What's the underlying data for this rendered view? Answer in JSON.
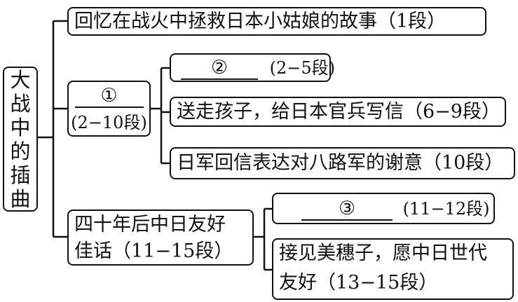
{
  "root": {
    "chars": [
      "大",
      "战",
      "中",
      "的",
      "插",
      "曲"
    ]
  },
  "node1": {
    "text": "回忆在战火中拯救日本小姑娘的故事（1段）"
  },
  "node2": {
    "blank": "①",
    "para": "(2−10段)"
  },
  "node2_children": [
    {
      "blank": "②",
      "para": "(2−5段)"
    },
    {
      "text": "送走孩子，给日本官兵写信（6−9段）"
    },
    {
      "text": "日军回信表达对八路军的谢意（10段）"
    }
  ],
  "node3": {
    "line1": "四十年后中日友好",
    "line2": "佳话（11−15段）"
  },
  "node3_children": [
    {
      "blank": "③",
      "para": "(11−12段)"
    },
    {
      "line1": "接见美穗子，愿中日世代",
      "line2": "友好（13−15段）"
    }
  ]
}
